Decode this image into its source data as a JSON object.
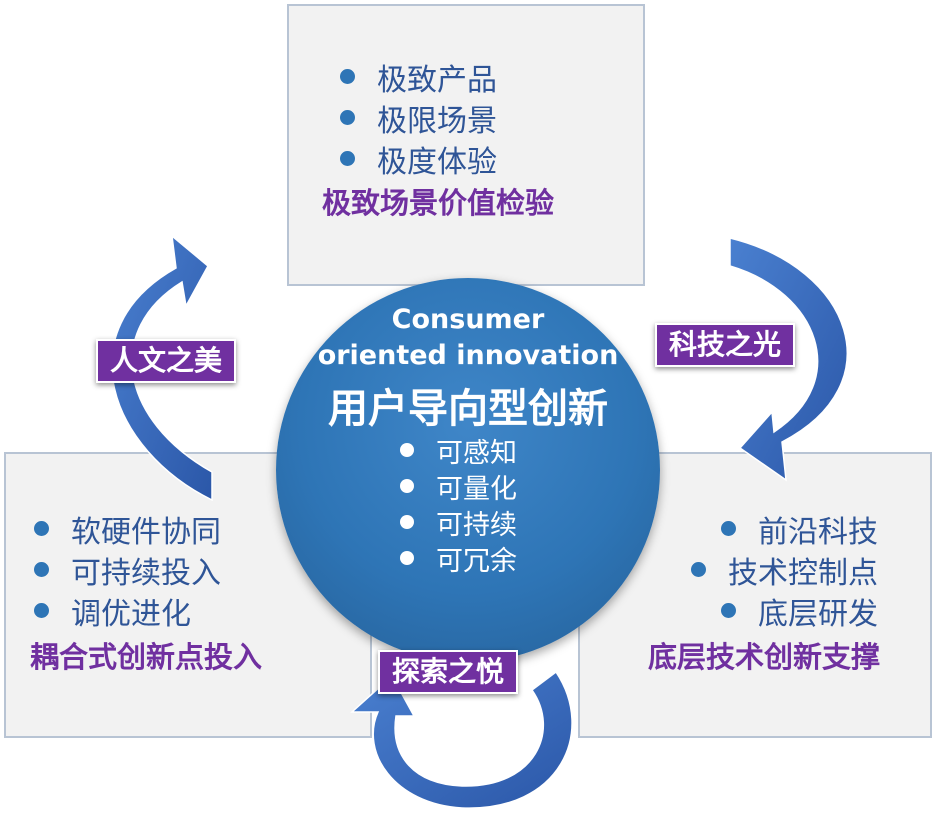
{
  "center": {
    "title_en_line1": "Consumer",
    "title_en_line2": "oriented innovation",
    "title_cn": "用户导向型创新",
    "items": [
      "可感知",
      "可量化",
      "可持续",
      "可冗余"
    ]
  },
  "top_panel": {
    "items": [
      "极致产品",
      "极限场景",
      "极度体验"
    ],
    "caption": "极致场景价值检验"
  },
  "left_panel": {
    "items": [
      "软硬件协同",
      "可持续投入",
      "调优进化"
    ],
    "caption": "耦合式创新点投入"
  },
  "right_panel": {
    "items": [
      "前沿科技",
      "技术控制点",
      "底层研发"
    ],
    "caption": "底层技术创新支撑"
  },
  "tags": {
    "humanity": "人文之美",
    "technology": "科技之光",
    "exploration": "探索之悦"
  },
  "colors": {
    "primary_blue": "#2e75b6",
    "text_blue": "#2f5597",
    "caption_purple": "#7030a0",
    "arrow_blue": "#3a6fc4"
  }
}
